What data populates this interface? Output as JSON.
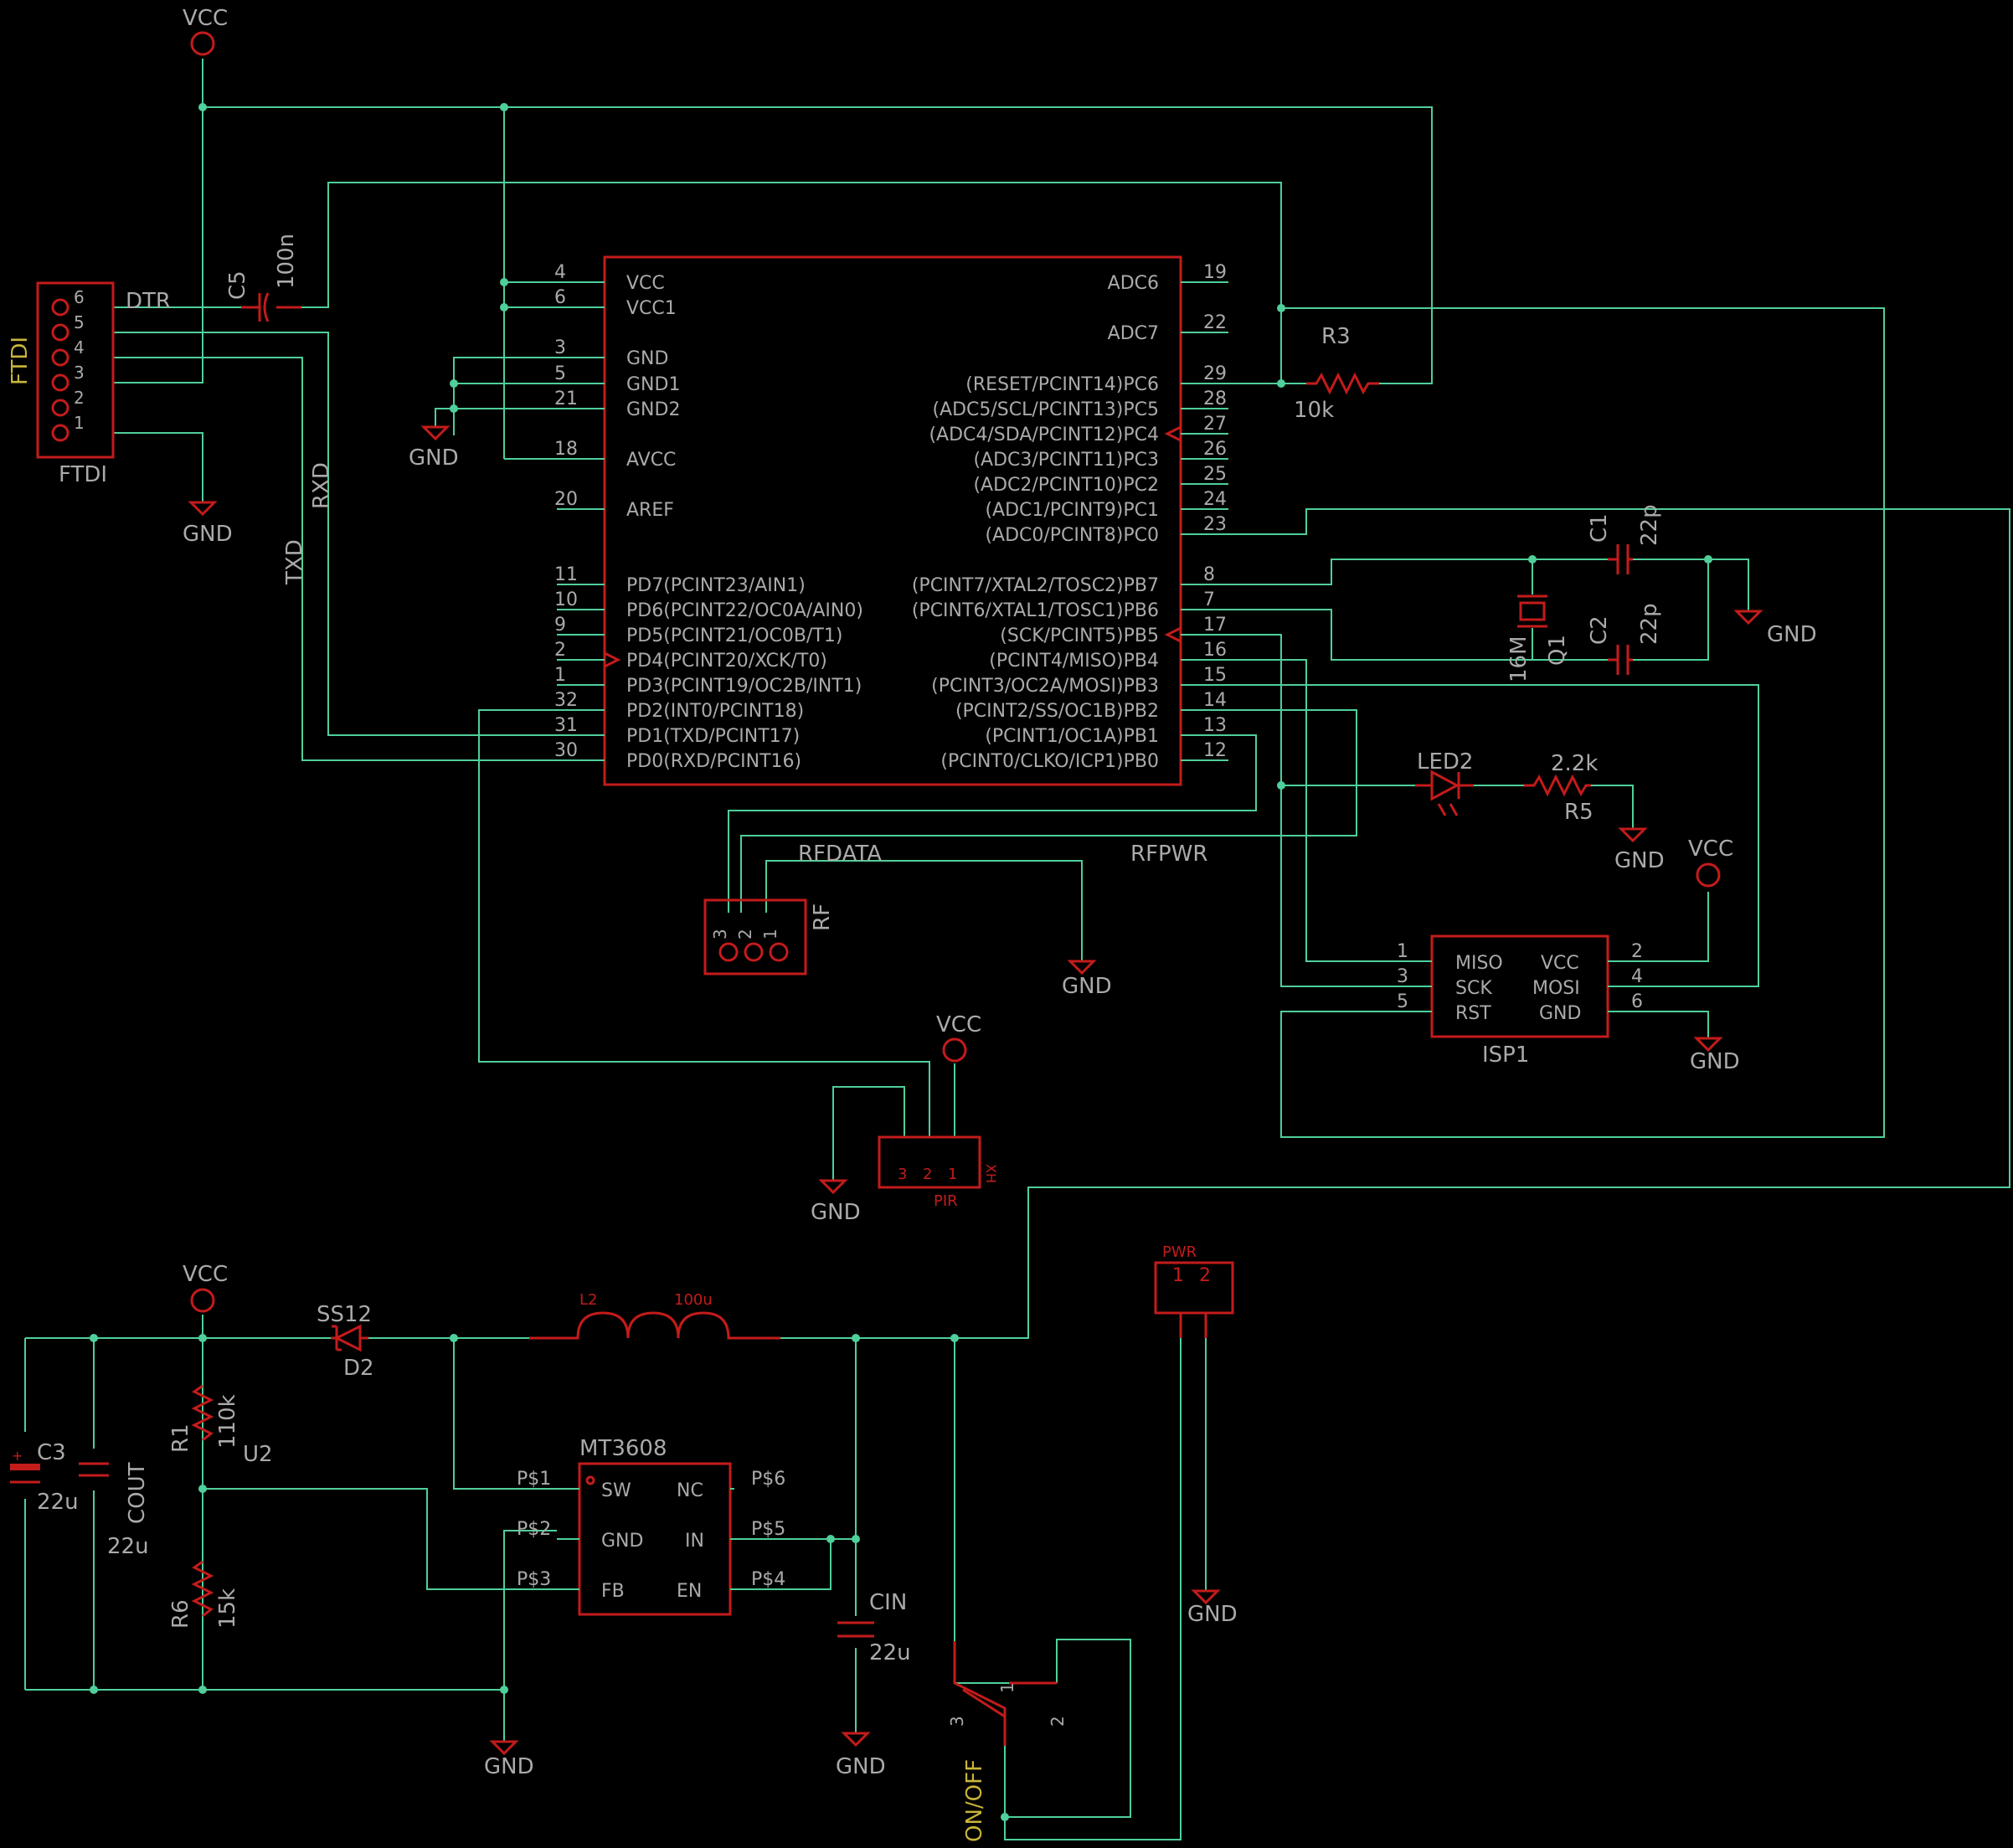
{
  "labels": {
    "vcc": "VCC",
    "gnd": "GND",
    "dtr": "DTR",
    "rxd": "RXD",
    "txd": "TXD",
    "rfdata": "RFDATA",
    "rfpwr": "RFPWR"
  },
  "ftdi": {
    "name": "FTDI",
    "value": "FTDI",
    "pins": [
      "6",
      "5",
      "4",
      "3",
      "2",
      "1"
    ]
  },
  "mcu": {
    "left_pins": [
      {
        "num": "4",
        "name": "VCC"
      },
      {
        "num": "6",
        "name": "VCC1"
      },
      {
        "num": "3",
        "name": "GND"
      },
      {
        "num": "5",
        "name": "GND1"
      },
      {
        "num": "21",
        "name": "GND2"
      },
      {
        "num": "18",
        "name": "AVCC"
      },
      {
        "num": "20",
        "name": "AREF"
      },
      {
        "num": "11",
        "name": "PD7(PCINT23/AIN1)"
      },
      {
        "num": "10",
        "name": "PD6(PCINT22/OC0A/AIN0)"
      },
      {
        "num": "9",
        "name": "PD5(PCINT21/OC0B/T1)"
      },
      {
        "num": "2",
        "name": "PD4(PCINT20/XCK/T0)"
      },
      {
        "num": "1",
        "name": "PD3(PCINT19/OC2B/INT1)"
      },
      {
        "num": "32",
        "name": "PD2(INT0/PCINT18)"
      },
      {
        "num": "31",
        "name": "PD1(TXD/PCINT17)"
      },
      {
        "num": "30",
        "name": "PD0(RXD/PCINT16)"
      }
    ],
    "right_pins": [
      {
        "num": "19",
        "name": "ADC6"
      },
      {
        "num": "22",
        "name": "ADC7"
      },
      {
        "num": "29",
        "name": "(RESET/PCINT14)PC6"
      },
      {
        "num": "28",
        "name": "(ADC5/SCL/PCINT13)PC5"
      },
      {
        "num": "27",
        "name": "(ADC4/SDA/PCINT12)PC4"
      },
      {
        "num": "26",
        "name": "(ADC3/PCINT11)PC3"
      },
      {
        "num": "25",
        "name": "(ADC2/PCINT10)PC2"
      },
      {
        "num": "24",
        "name": "(ADC1/PCINT9)PC1"
      },
      {
        "num": "23",
        "name": "(ADC0/PCINT8)PC0"
      },
      {
        "num": "8",
        "name": "(PCINT7/XTAL2/TOSC2)PB7"
      },
      {
        "num": "7",
        "name": "(PCINT6/XTAL1/TOSC1)PB6"
      },
      {
        "num": "17",
        "name": "(SCK/PCINT5)PB5"
      },
      {
        "num": "16",
        "name": "(PCINT4/MISO)PB4"
      },
      {
        "num": "15",
        "name": "(PCINT3/OC2A/MOSI)PB3"
      },
      {
        "num": "14",
        "name": "(PCINT2/SS/OC1B)PB2"
      },
      {
        "num": "13",
        "name": "(PCINT1/OC1A)PB1"
      },
      {
        "num": "12",
        "name": "(PCINT0/CLKO/ICP1)PB0"
      }
    ]
  },
  "parts": {
    "c5": {
      "name": "C5",
      "value": "100n"
    },
    "r3": {
      "name": "R3",
      "value": "10k"
    },
    "c1": {
      "name": "C1",
      "value": "22p"
    },
    "c2": {
      "name": "C2",
      "value": "22p"
    },
    "q1": {
      "name": "Q1",
      "value": "16M"
    },
    "led2": {
      "name": "LED2"
    },
    "r5": {
      "name": "R5",
      "value": "2.2k"
    },
    "rf": {
      "name": "RF",
      "pins": [
        "3",
        "2",
        "1"
      ]
    },
    "isp": {
      "name": "ISP1",
      "pins": [
        {
          "num": "1",
          "name": "MISO"
        },
        {
          "num": "2",
          "name": "VCC"
        },
        {
          "num": "3",
          "name": "SCK"
        },
        {
          "num": "4",
          "name": "MOSI"
        },
        {
          "num": "5",
          "name": "RST"
        },
        {
          "num": "6",
          "name": "GND"
        }
      ]
    },
    "pir": {
      "name": "PIR",
      "value": "XH",
      "pins": [
        "3",
        "2",
        "1"
      ]
    },
    "d2": {
      "name": "D2",
      "value": "SS12"
    },
    "l2": {
      "name": "L2",
      "value": "100u"
    },
    "r1": {
      "name": "R1",
      "value": "110k"
    },
    "r6": {
      "name": "R6",
      "value": "15k"
    },
    "u2": {
      "name": "U2",
      "value": "MT3608"
    },
    "u2_pins": [
      {
        "pad": "P$1",
        "name": "SW"
      },
      {
        "pad": "P$2",
        "name": "GND"
      },
      {
        "pad": "P$3",
        "name": "FB"
      },
      {
        "pad": "P$6",
        "name": "NC"
      },
      {
        "pad": "P$5",
        "name": "IN"
      },
      {
        "pad": "P$4",
        "name": "EN"
      }
    ],
    "c3": {
      "name": "C3",
      "value": "22u"
    },
    "cout": {
      "name": "COUT",
      "value": "22u"
    },
    "cin": {
      "name": "CIN",
      "value": "22u"
    },
    "pwr": {
      "name": "PWR",
      "pins": [
        "1",
        "2"
      ]
    },
    "sw": {
      "name": "ON/OFF",
      "pins": [
        "1",
        "2",
        "3"
      ]
    }
  },
  "colors": {
    "wire": "#4fcf9a",
    "part": "#c41b1b",
    "text": "#aaaaaa",
    "name_highlight": "#c9b53a",
    "background": "#000000"
  }
}
